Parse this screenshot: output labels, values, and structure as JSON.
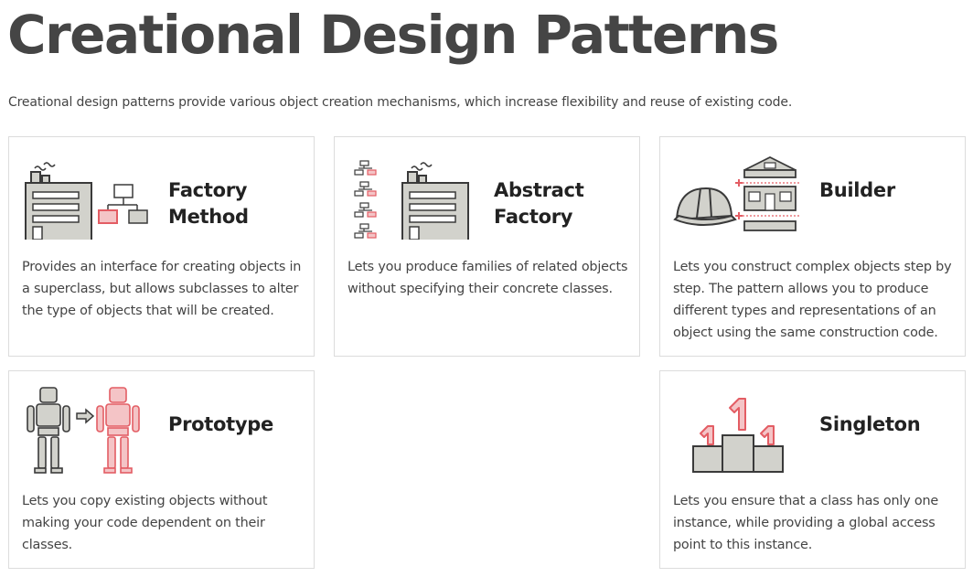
{
  "page": {
    "title": "Creational Design Patterns",
    "intro": "Creational design patterns provide various object creation mechanisms, which increase flexibility and reuse of existing code."
  },
  "patterns": [
    {
      "title": "Factory\nMethod",
      "description": "Provides an interface for creating objects in a superclass, but allows subclasses to alter the type of objects that will be created.",
      "icon": "factory-method-icon"
    },
    {
      "title": "Abstract\nFactory",
      "description": "Lets you produce families of related objects without specifying their concrete classes.",
      "icon": "abstract-factory-icon"
    },
    {
      "title": "Builder",
      "description": "Lets you construct complex objects step by step. The pattern allows you to produce different types and representations of an object using the same construction code.",
      "icon": "builder-icon"
    },
    {
      "title": "Prototype",
      "description": "Lets you copy existing objects without making your code dependent on their classes.",
      "icon": "prototype-icon"
    },
    {
      "title": "Singleton",
      "description": "Lets you ensure that a class has only one instance, while providing a global access point to this instance.",
      "icon": "singleton-icon"
    }
  ],
  "colors": {
    "accent": "#e35d64",
    "accent_fill": "#f4c4c6",
    "gray_fill": "#d2d2cc",
    "outline": "#3a3a3a"
  }
}
